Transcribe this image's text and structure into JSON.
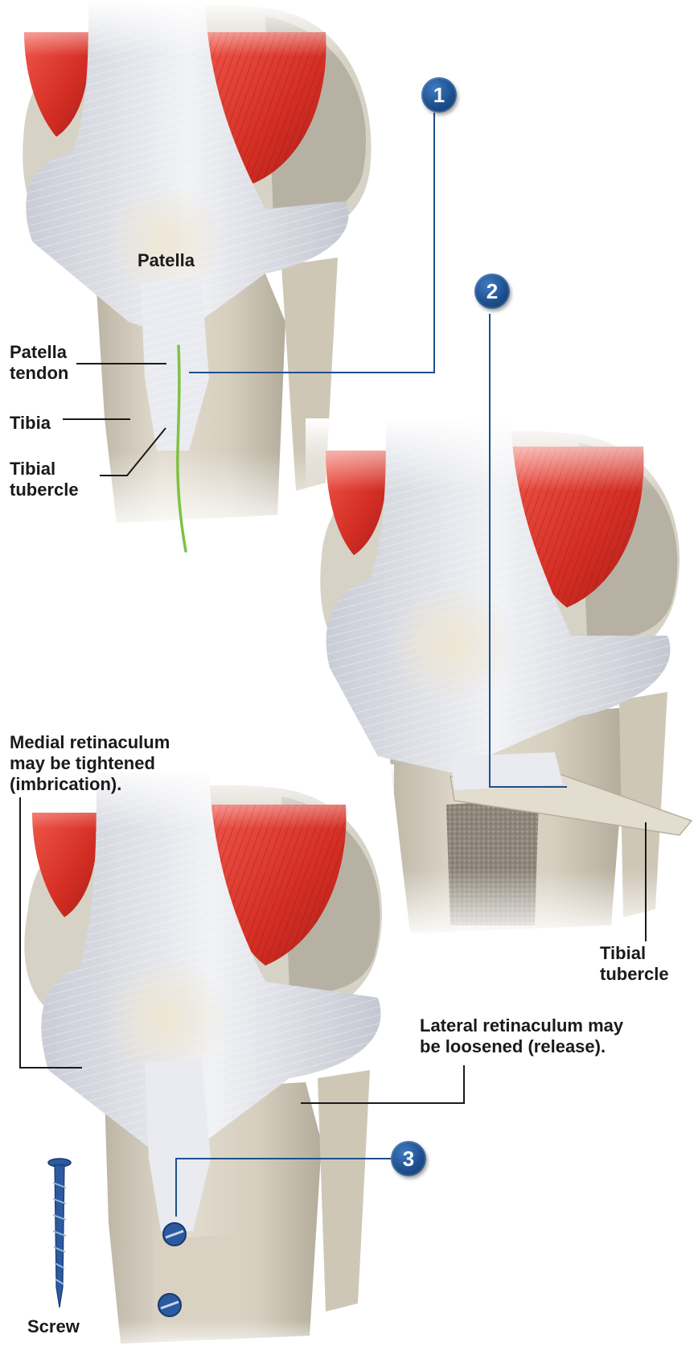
{
  "steps": [
    "1",
    "2",
    "3"
  ],
  "labels": {
    "patella": "Patella",
    "patella_tendon": [
      "Patella",
      "tendon"
    ],
    "tibia": "Tibia",
    "tibial_tubercle_1": [
      "Tibial",
      "tubercle"
    ],
    "tibial_tubercle_2": [
      "Tibial",
      "tubercle"
    ],
    "medial_retinaculum": [
      "Medial retinaculum",
      "may be tightened",
      "(imbrication)."
    ],
    "lateral_retinaculum": [
      "Lateral retinaculum may",
      "be loosened (release)."
    ],
    "screw": "Screw"
  },
  "colors": {
    "leader_blue": "#1f4f8a",
    "leader_black": "#1a1a1a",
    "incision_green": "#7dc242",
    "muscle_red": "#d9352a",
    "tendon_white": "#e6e9ef",
    "bone": "#d9d2c3",
    "screw_blue": "#2c5aa0"
  }
}
